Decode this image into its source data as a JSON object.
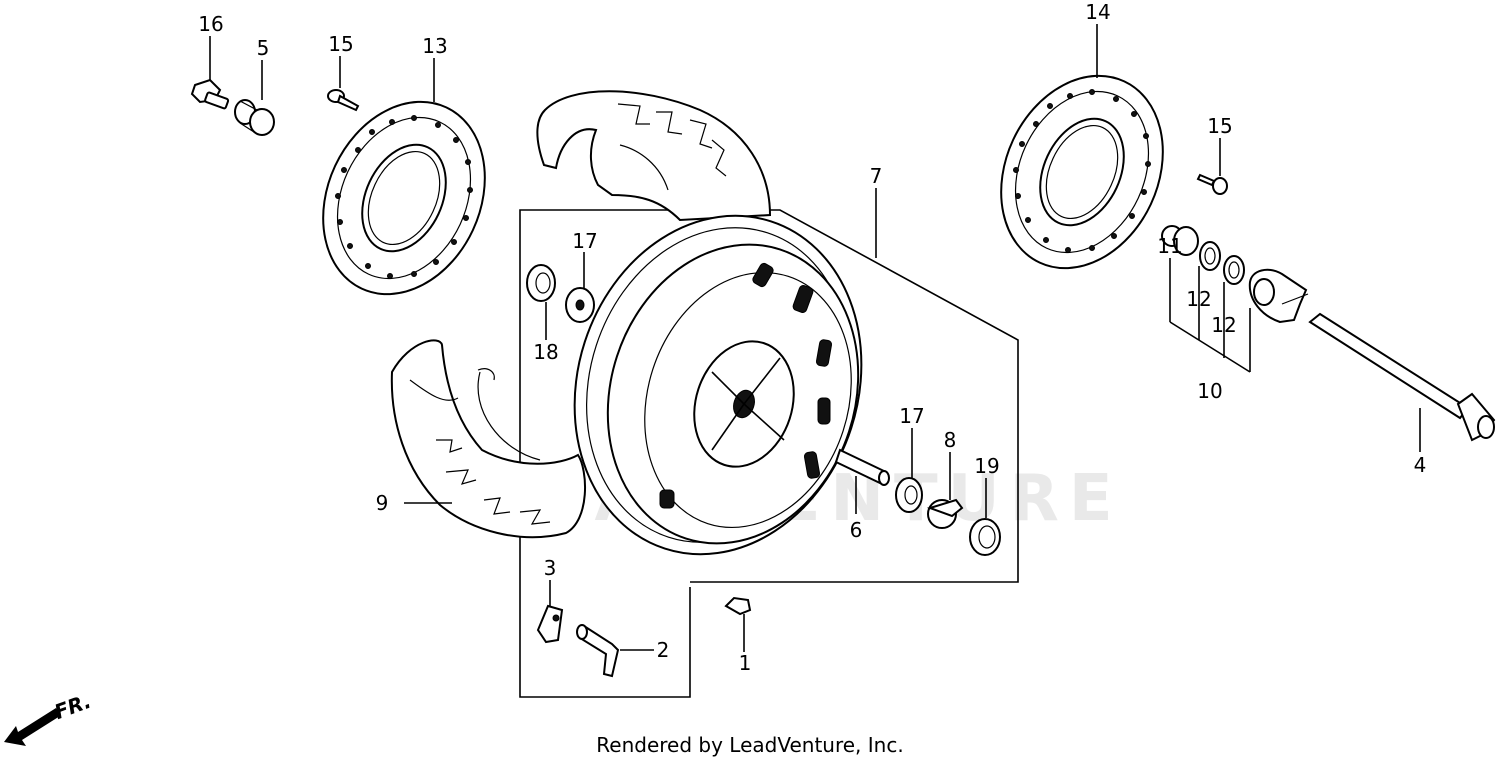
{
  "watermark": "LEADVENTURE",
  "credit": "Rendered by LeadVenture, Inc.",
  "direction_label": "FR.",
  "callouts": {
    "c1": "1",
    "c2": "2",
    "c3": "3",
    "c4": "4",
    "c5": "5",
    "c6": "6",
    "c7": "7",
    "c8": "8",
    "c9": "9",
    "c10": "10",
    "c11": "11",
    "c12a": "12",
    "c12b": "12",
    "c13": "13",
    "c14": "14",
    "c15a": "15",
    "c15b": "15",
    "c16": "16",
    "c17a": "17",
    "c17b": "17",
    "c18": "18",
    "c19": "19"
  }
}
